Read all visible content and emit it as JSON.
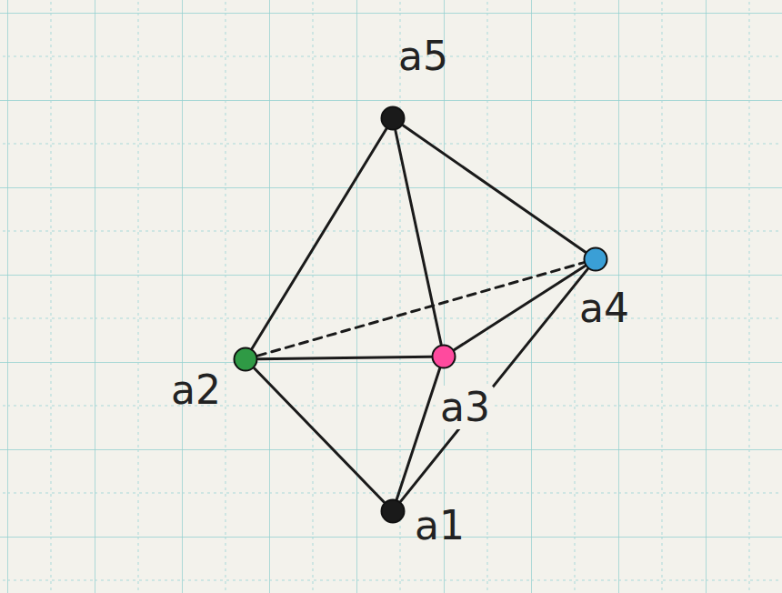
{
  "diagram": {
    "nodes": [
      {
        "text": [
          "a5"
        ]
      },
      {
        "text": [
          "a4"
        ]
      },
      {
        "text": [
          "a2"
        ]
      },
      {
        "text": [
          "a3"
        ]
      },
      {
        "text": [
          "a1"
        ]
      }
    ],
    "edges": [
      {
        "from": 0,
        "to": 2,
        "arrow": "none"
      },
      {
        "from": 0,
        "to": 3,
        "arrow": "none"
      },
      {
        "from": 0,
        "to": 1,
        "arrow": "none"
      },
      {
        "from": 2,
        "to": 3,
        "arrow": "none"
      },
      {
        "from": 2,
        "to": 1,
        "arrow": "none"
      },
      {
        "from": 3,
        "to": 1,
        "arrow": "none"
      },
      {
        "from": 4,
        "to": 2,
        "arrow": "none"
      },
      {
        "from": 4,
        "to": 3,
        "arrow": "none"
      },
      {
        "from": 4,
        "to": 1,
        "arrow": "none"
      }
    ]
  }
}
